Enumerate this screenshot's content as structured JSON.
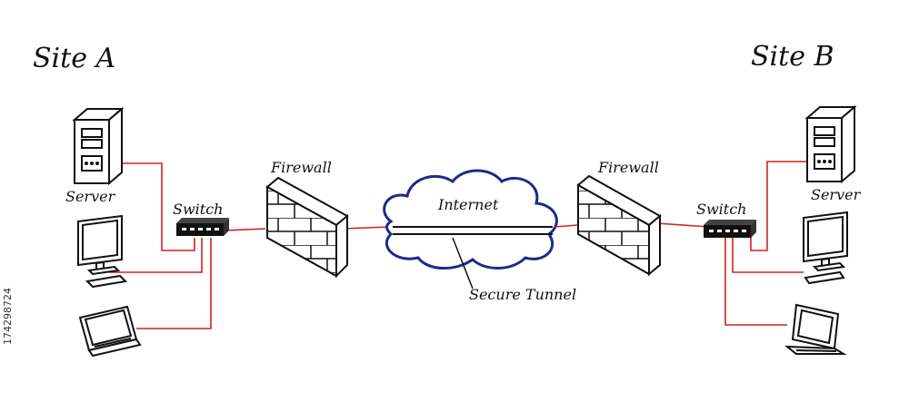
{
  "site_a": {
    "title": "Site A",
    "server_label": "Server",
    "switch_label": "Switch",
    "firewall_label": "Firewall"
  },
  "site_b": {
    "title": "Site B",
    "server_label": "Server",
    "switch_label": "Switch",
    "firewall_label": "Firewall"
  },
  "internet": {
    "label": "Internet",
    "tunnel_label": "Secure Tunnel"
  },
  "image_id": "174298724",
  "colors": {
    "link": "#d42020",
    "cloud": "#1c2a8c",
    "ink": "#111111"
  },
  "icons": [
    "server-icon",
    "monitor-icon",
    "laptop-icon",
    "switch-icon",
    "firewall-icon",
    "cloud-icon"
  ]
}
